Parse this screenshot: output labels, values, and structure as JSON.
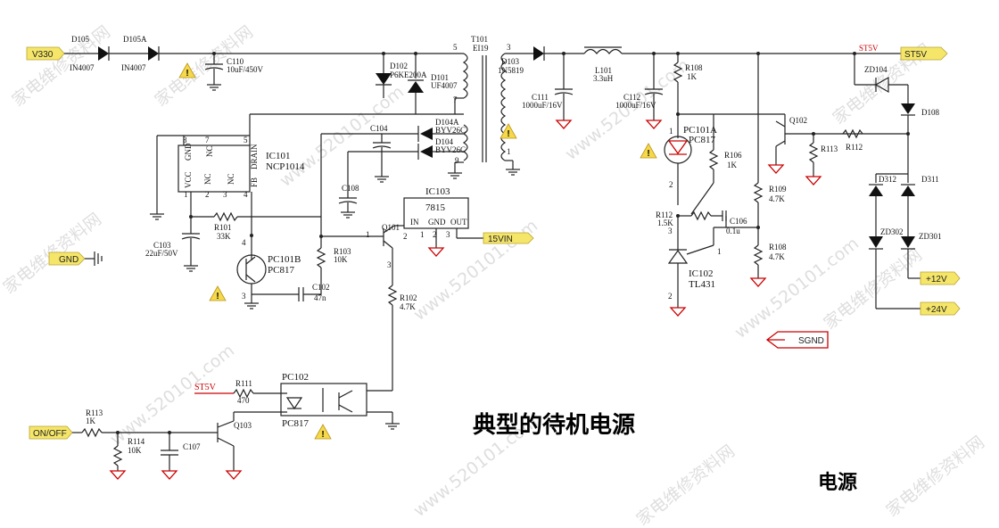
{
  "title": "典型的待机电源",
  "corner_label": "电源",
  "watermarks": [
    "家电维修资料网",
    "www.520101.com"
  ],
  "nets": {
    "v330": "V330",
    "st5v_out": "ST5V",
    "st5v_top": "ST5V",
    "gnd": "GND",
    "sgnd": "SGND",
    "v15vin": "15VIN",
    "v12": "+12V",
    "v24": "+24V",
    "onoff": "ON/OFF",
    "st5v_in": "ST5V"
  },
  "components": {
    "d105": {
      "ref": "D105",
      "val": "IN4007"
    },
    "d105a": {
      "ref": "D105A",
      "val": "IN4007"
    },
    "c110": {
      "ref": "C110",
      "val": "10uF/450V"
    },
    "d102": {
      "ref": "D102",
      "val": "P6KE200A"
    },
    "d101": {
      "ref": "D101",
      "val": "UF4007"
    },
    "t101": {
      "ref": "T101",
      "val": "EI19"
    },
    "d104a": {
      "ref": "D104A",
      "val": "BYV26C"
    },
    "d104": {
      "ref": "D104",
      "val": "BYV26C"
    },
    "c104": {
      "ref": "C104"
    },
    "c108": {
      "ref": "C108"
    },
    "ic101": {
      "ref": "IC101",
      "val": "NCP1014"
    },
    "ic103": {
      "ref": "IC103",
      "val": "7815"
    },
    "c103": {
      "ref": "C103",
      "val": "22uF/50V"
    },
    "r101": {
      "ref": "R101",
      "val": "33K"
    },
    "q101": {
      "ref": "Q101"
    },
    "r103": {
      "ref": "R103",
      "val": "10K"
    },
    "pc101b": {
      "ref": "PC101B",
      "val": "PC817"
    },
    "c102": {
      "ref": "C102",
      "val": "47n"
    },
    "r102": {
      "ref": "R102",
      "val": "4.7K"
    },
    "d103": {
      "ref": "D103",
      "val": "1N5819"
    },
    "l101": {
      "ref": "L101",
      "val": "3.3uH"
    },
    "c111": {
      "ref": "C111",
      "val": "1000uF/16V"
    },
    "c112": {
      "ref": "C112",
      "val": "1000uF/16V"
    },
    "r108a": {
      "ref": "R108",
      "val": "1K"
    },
    "pc101a": {
      "ref": "PC101A",
      "val": "PC817"
    },
    "r106": {
      "ref": "R106",
      "val": "1K"
    },
    "r112a": {
      "ref": "R112",
      "val": "1.5K"
    },
    "c106": {
      "ref": "C106",
      "val": "0.1u"
    },
    "ic102": {
      "ref": "IC102",
      "val": "TL431"
    },
    "r109": {
      "ref": "R109",
      "val": "4.7K"
    },
    "r108b": {
      "ref": "R108",
      "val": "4.7K"
    },
    "q102": {
      "ref": "Q102"
    },
    "r113a": {
      "ref": "R113"
    },
    "r112b": {
      "ref": "R112"
    },
    "zd104": {
      "ref": "ZD104"
    },
    "d108": {
      "ref": "D108"
    },
    "d312": {
      "ref": "D312"
    },
    "d311": {
      "ref": "D311"
    },
    "zd302": {
      "ref": "ZD302"
    },
    "zd301": {
      "ref": "ZD301"
    },
    "pc102": {
      "ref": "PC102",
      "val": "PC817"
    },
    "r111": {
      "ref": "R111",
      "val": "470"
    },
    "r113b": {
      "ref": "R113",
      "val": "1K"
    },
    "r114": {
      "ref": "R114",
      "val": "10K"
    },
    "c107": {
      "ref": "C107"
    },
    "q103": {
      "ref": "Q103"
    }
  },
  "pins": {
    "ic101": {
      "gnd": "GND",
      "nc1": "NC",
      "vcc": "VCC",
      "nc2": "NC",
      "nc3": "NC",
      "drain": "DRAIN",
      "fb": "FB",
      "p8": "8",
      "p7": "7",
      "p1": "1",
      "p2": "2",
      "p3": "3",
      "p4": "4",
      "p5": "5"
    },
    "ic103": {
      "in": "IN",
      "gnd": "GND",
      "out": "OUT",
      "p1": "1",
      "p2": "2",
      "p3": "3"
    },
    "t101": {
      "p5": "5",
      "p7": "7",
      "p9": "9",
      "p3": "3",
      "p1": "1"
    },
    "q101": {
      "p1": "1",
      "p2": "2",
      "p3": "3"
    },
    "pc101b": {
      "p3": "3",
      "p4": "4"
    },
    "pc101a": {
      "p1": "1",
      "p2": "2"
    },
    "ic102": {
      "p1": "1",
      "p2": "2",
      "p3": "3"
    }
  }
}
